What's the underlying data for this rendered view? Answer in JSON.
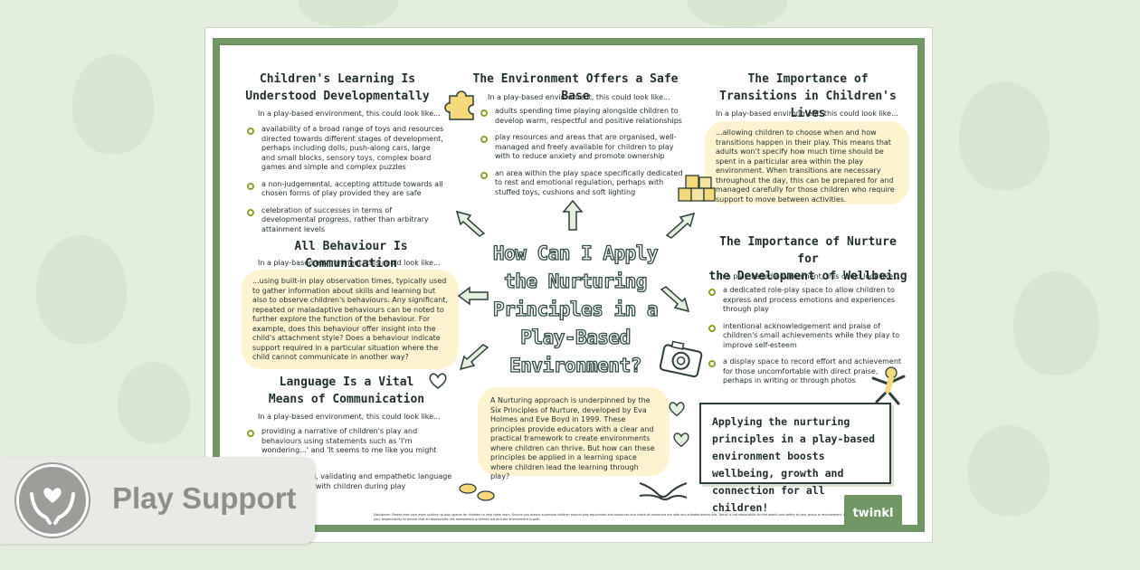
{
  "poster": {
    "center_title": "How Can I Apply the Nurturing Principles in a Play-Based Environment?",
    "sections": {
      "learning": {
        "title_line1": "Children's Learning Is",
        "title_line2": "Understood Developmentally",
        "intro": "In a play-based environment, this could look like...",
        "bullets": [
          "availability of a broad range of toys and resources directed towards different stages of development, perhaps including dolls, push-along cars, large and small blocks, sensory toys, complex board games and simple and complex puzzles",
          "a non-judgemental, accepting attitude towards all chosen forms of play provided they are safe",
          "celebration of successes in terms of developmental progress, rather than arbitrary attainment levels"
        ]
      },
      "safe_base": {
        "title": "The Environment Offers a Safe Base",
        "intro": "In a play-based environment, this could look like...",
        "bullets": [
          "adults spending time playing alongside children to develop warm, respectful and positive relationships",
          "play resources and areas that are organised, well-managed and freely available for children to play with to reduce anxiety and promote ownership",
          "an area within the play space specifically dedicated to rest and emotional regulation, perhaps with stuffed toys, cushions and soft lighting"
        ]
      },
      "transitions": {
        "title_line1": "The Importance of",
        "title_line2": "Transitions in Children's Lives",
        "intro": "In a play-based environment, this could look like...",
        "body": "...allowing children to choose when and how transitions happen in their play. This means that adults won't specify how much time should be spent in a particular area within the play environment. When transitions are necessary throughout the day, this can be prepared for and managed carefully for those children who require support to move between activities."
      },
      "behaviour": {
        "title": "All Behaviour Is Communication",
        "intro": "In a play-based environment, this could look like...",
        "body": "...using built-in play observation times, typically used to gather information about skills and learning but also to observe children's behaviours. Any significant, repeated or maladaptive behaviours can be noted to further explore the function of the behaviour. For example, does this behaviour offer insight into the child's attachment style? Does a behaviour indicate support required in a particular situation where the child cannot communicate in another way?"
      },
      "nurture": {
        "title_line1": "The Importance of Nurture for",
        "title_line2": "the Development of Wellbeing",
        "intro": "In a play-based environment, this could look like...",
        "bullets": [
          "a dedicated role-play space to allow children to express and process emotions and experiences through play",
          "intentional acknowledgement and praise of children's small achievements while they play to improve self-esteem",
          "a display space to record effort and achievement for those uncomfortable with direct praise, perhaps in writing or through photos"
        ]
      },
      "language": {
        "title_line1": "Language Is a Vital",
        "title_line2": "Means of Communication",
        "intro": "In a play-based environment, this could look like...",
        "bullets": [
          "providing a narrative of children's play and behaviours using statements such as 'I'm wondering...' and 'It seems to me like you might be...'",
          "using affirming, validating and empathetic language in interactions with children during play"
        ]
      }
    },
    "approach_text": "A Nurturing approach is underpinned by the Six Principles of Nurture, developed by Eva Holmes and Eve Boyd in 1999. These principles provide educators with a clear and practical framework to create environments where children can thrive. But how can these principles be applied in a learning space where children lead the learning through play?",
    "callout": "Applying the nurturing principles in a play-based environment boosts wellbeing, growth and connection for all children!",
    "disclaimer": "Disclaimer: Please take care when putting up play spaces for children to help them learn. Ensure you always supervise children around play equipment and resources and check all resources are safe and suitable before use. Twinkl is not responsible for the health and safety of your group or environment. It is your responsibility to ensure that an appropriate risk assessment is carried out and the environment is safe.",
    "brand": "twinkl"
  },
  "badge": {
    "label": "Play Support",
    "icon": "hands-heart-icon"
  },
  "colors": {
    "frame_green": "#6f9663",
    "cream": "#fdf3cf",
    "bullet_olive": "#8aa12b",
    "background": "#e3eedd"
  }
}
